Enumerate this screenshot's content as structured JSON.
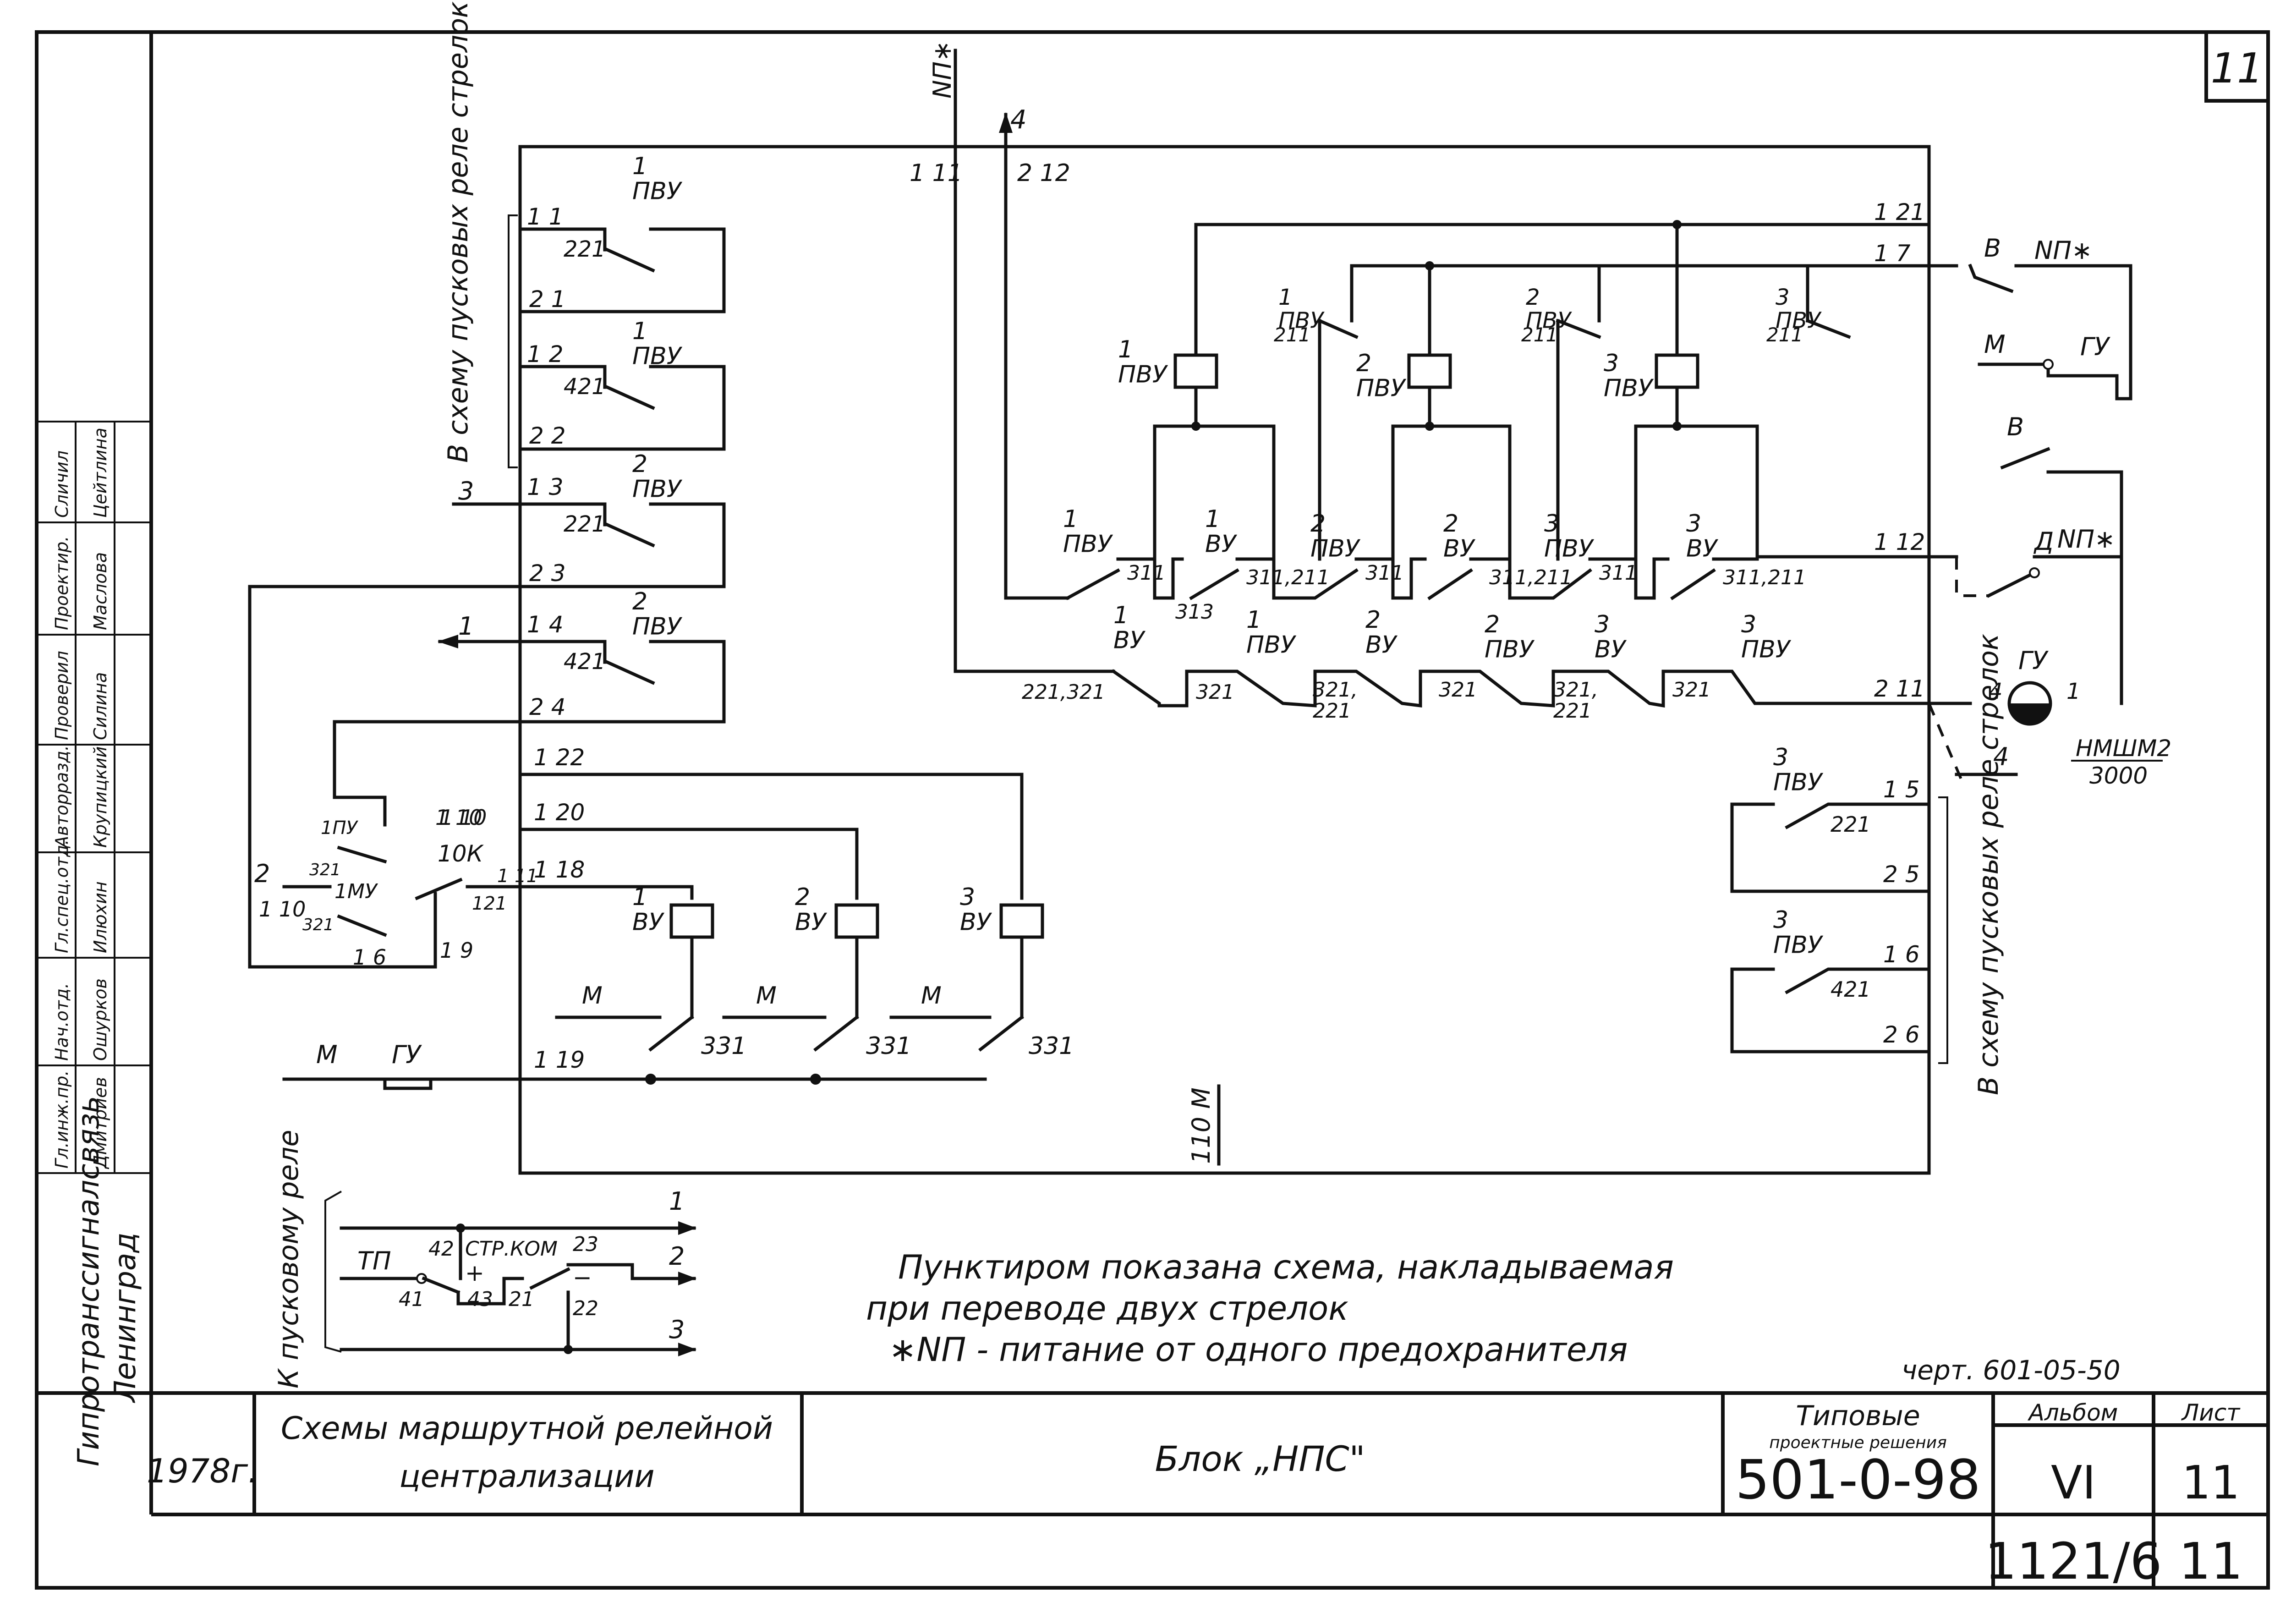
{
  "sheet": {
    "corner_number": "11",
    "org": {
      "line1": "Гипротранссигналсвязь",
      "line2": "Ленинград"
    },
    "signatures": [
      {
        "role": "Гл.инж.пр.",
        "name": "Дмитриев"
      },
      {
        "role": "Нач.отд.",
        "name": "Ошурков"
      },
      {
        "role": "Гл.спец.отд.",
        "name": "Илюхин"
      },
      {
        "role": "Авторразд.",
        "name": "Крупицкий"
      },
      {
        "role": "Проверил",
        "name": "Силина"
      },
      {
        "role": "Проектир.",
        "name": "Маслова"
      },
      {
        "role": "Сличил",
        "name": "Цейтлина"
      }
    ],
    "year": "1978г.",
    "doc_title": {
      "line1": "Схемы маршрутной релейной",
      "line2": "централизации"
    },
    "block_name": "Блок „НПС\"",
    "typical": {
      "label1": "Типовые",
      "label2": "проектные решения",
      "code": "501-0-98"
    },
    "album": {
      "label": "Альбом",
      "value": "VI"
    },
    "list": {
      "label": "Лист",
      "value": "11"
    },
    "bottom_code": "1121/6",
    "bottom_list": "11",
    "drawing_ref": "черт. 601-05-50"
  },
  "notes": {
    "dashed_note_line1": "Пунктиром показана схема, накладываемая",
    "dashed_note_line2": "при переводе двух стрелок",
    "fuse_note": "∗NП - питание от одного предохранителя"
  },
  "labels": {
    "left_group": "В схему пусковых реле стрелок",
    "right_group": "В схему пусковых реле стрелок",
    "start_relay": "К пусковому реле",
    "np_top": "NП∗",
    "np_b": "NП∗",
    "np_d": "NП∗",
    "m_110": "110 М",
    "gu": "ГУ",
    "nmshm": "НМШМ2",
    "nmshm_val": "3000",
    "b_top": "В",
    "b_mid": "В",
    "d": "Д",
    "m_right": "М",
    "gu_right": "ГУ",
    "four_top": "4",
    "four_right": "4",
    "term_top_left": "1 11",
    "term_top_mid": "2 12",
    "t121": "1 21",
    "t17": "1 7",
    "t112": "1 12",
    "t211": "2 11",
    "t15": "1 5",
    "t25": "2 5",
    "t16": "1 6",
    "t26": "2 6",
    "t11": "1 1",
    "t21": "2 1",
    "t12": "1 2",
    "t22": "2 2",
    "t13": "1 3",
    "t23": "2 3",
    "t14": "1 4",
    "t24": "2 4",
    "t122": "1 22",
    "t120": "1 20",
    "t118": "1 18",
    "t119": "1 19",
    "t110": "1 10",
    "t19": "1 9",
    "t16b": "1 6",
    "out1": "1",
    "out3": "3",
    "in2": "2",
    "m_bottom": "М",
    "gu_bottom": "ГУ",
    "tp": "ТП",
    "str_kom": "СТР.КОМ",
    "c42": "42",
    "c41": "41",
    "c43": "43",
    "c21": "21",
    "c23": "23",
    "c22": "22",
    "sr1": "1",
    "sr2": "2",
    "sr3": "3",
    "plus": "+",
    "minus": "−"
  },
  "relays": {
    "pvu1": "1\nПВУ",
    "pvu2": "2\nПВУ",
    "pvu3": "3\nПВУ",
    "vu1": "1\nВУ",
    "vu2": "2\nВУ",
    "vu3": "3\nВУ",
    "k10": "10К",
    "imu": "1МУ",
    "ipu": "1ПУ"
  },
  "contacts": {
    "c221": "221",
    "c421": "421",
    "c211": "211",
    "c311": "311",
    "c313": "313",
    "c311_211": "311,211",
    "c321": "321",
    "c221_321": "221,321",
    "c321_221": "321,\n221",
    "c331": "331",
    "c121": "121"
  }
}
